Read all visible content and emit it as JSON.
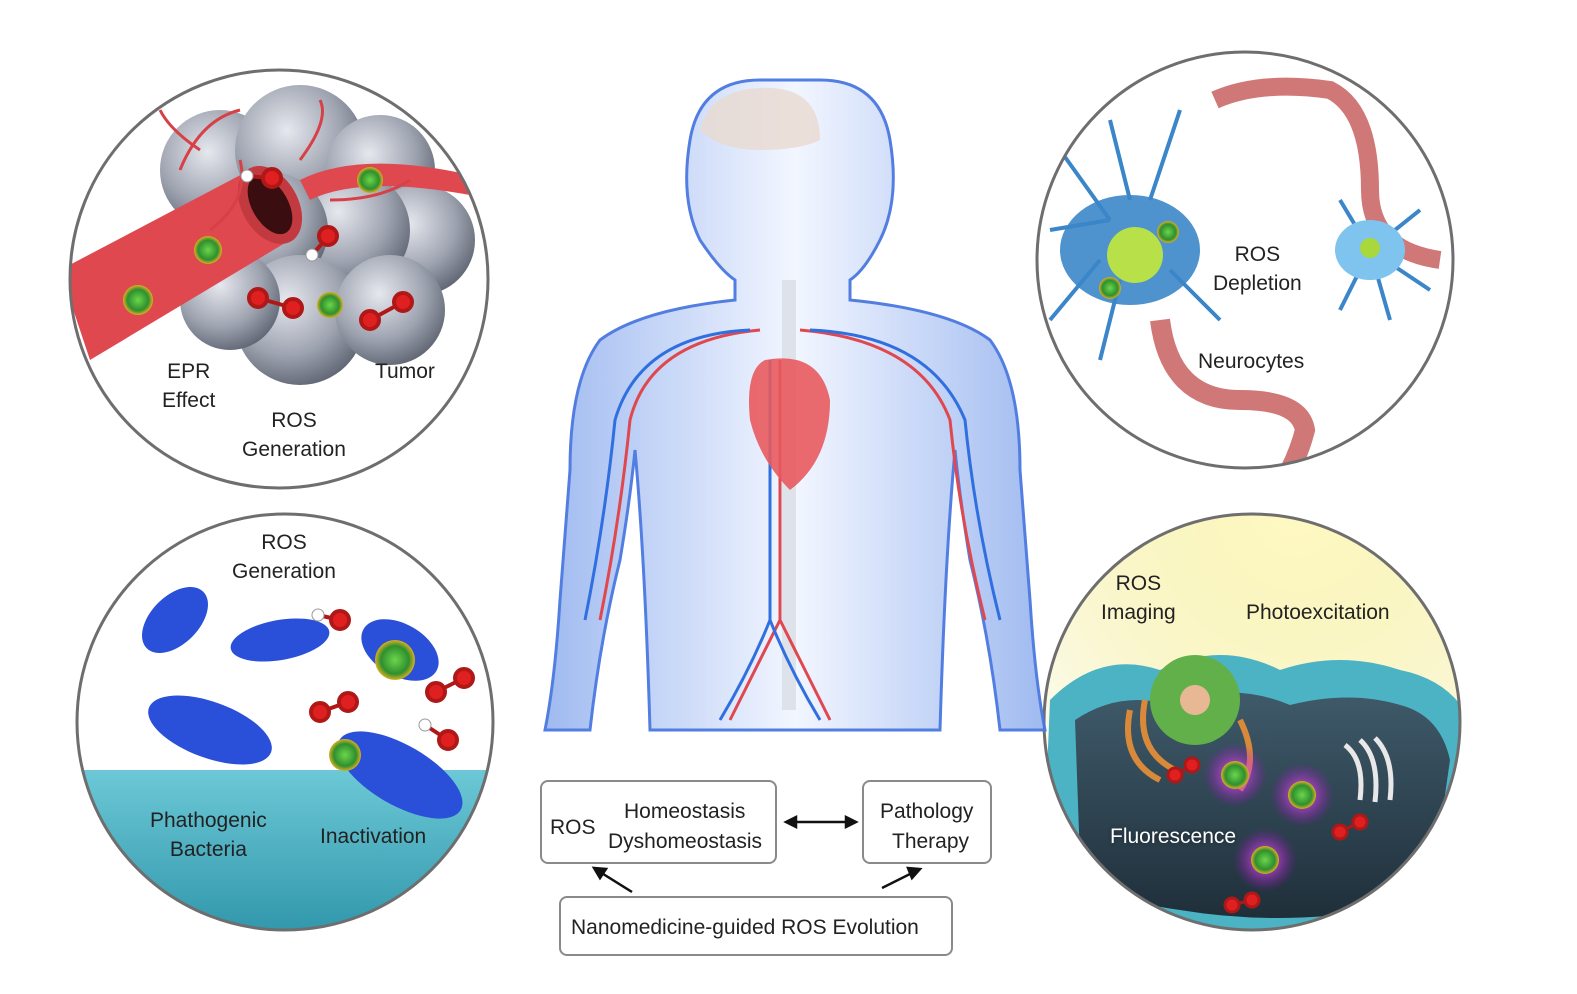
{
  "panels": {
    "tumor": {
      "label_epr_line1": "EPR",
      "label_epr_line2": "Effect",
      "label_tumor": "Tumor",
      "label_ros_line1": "ROS",
      "label_ros_line2": "Generation"
    },
    "neuro": {
      "label_ros_line1": "ROS",
      "label_ros_line2": "Depletion",
      "label_neurocytes": "Neurocytes"
    },
    "bacteria": {
      "label_ros_line1": "ROS",
      "label_ros_line2": "Generation",
      "label_path_line1": "Phathogenic",
      "label_path_line2": "Bacteria",
      "label_inactivation": "Inactivation"
    },
    "cell": {
      "label_ros_line1": "ROS",
      "label_ros_line2": "Imaging",
      "label_photo": "Photoexcitation",
      "label_fluor": "Fluorescence"
    }
  },
  "flow": {
    "ros": "ROS",
    "homeostasis": "Homeostasis",
    "dyshomeostasis": "Dyshomeostasis",
    "pathology": "Pathology",
    "therapy": "Therapy",
    "bottom": "Nanomedicine-guided ROS Evolution"
  },
  "colors": {
    "vessel_red": "#e0484f",
    "vein_blue": "#2f6fe0",
    "nanoparticle_green": "#3fa63a",
    "bacteria_blue": "#2a4fd8",
    "neuron_blue": "#3b86c9",
    "water_teal": "#4bb3c4",
    "fluorescence_magenta": "#c020d0"
  }
}
